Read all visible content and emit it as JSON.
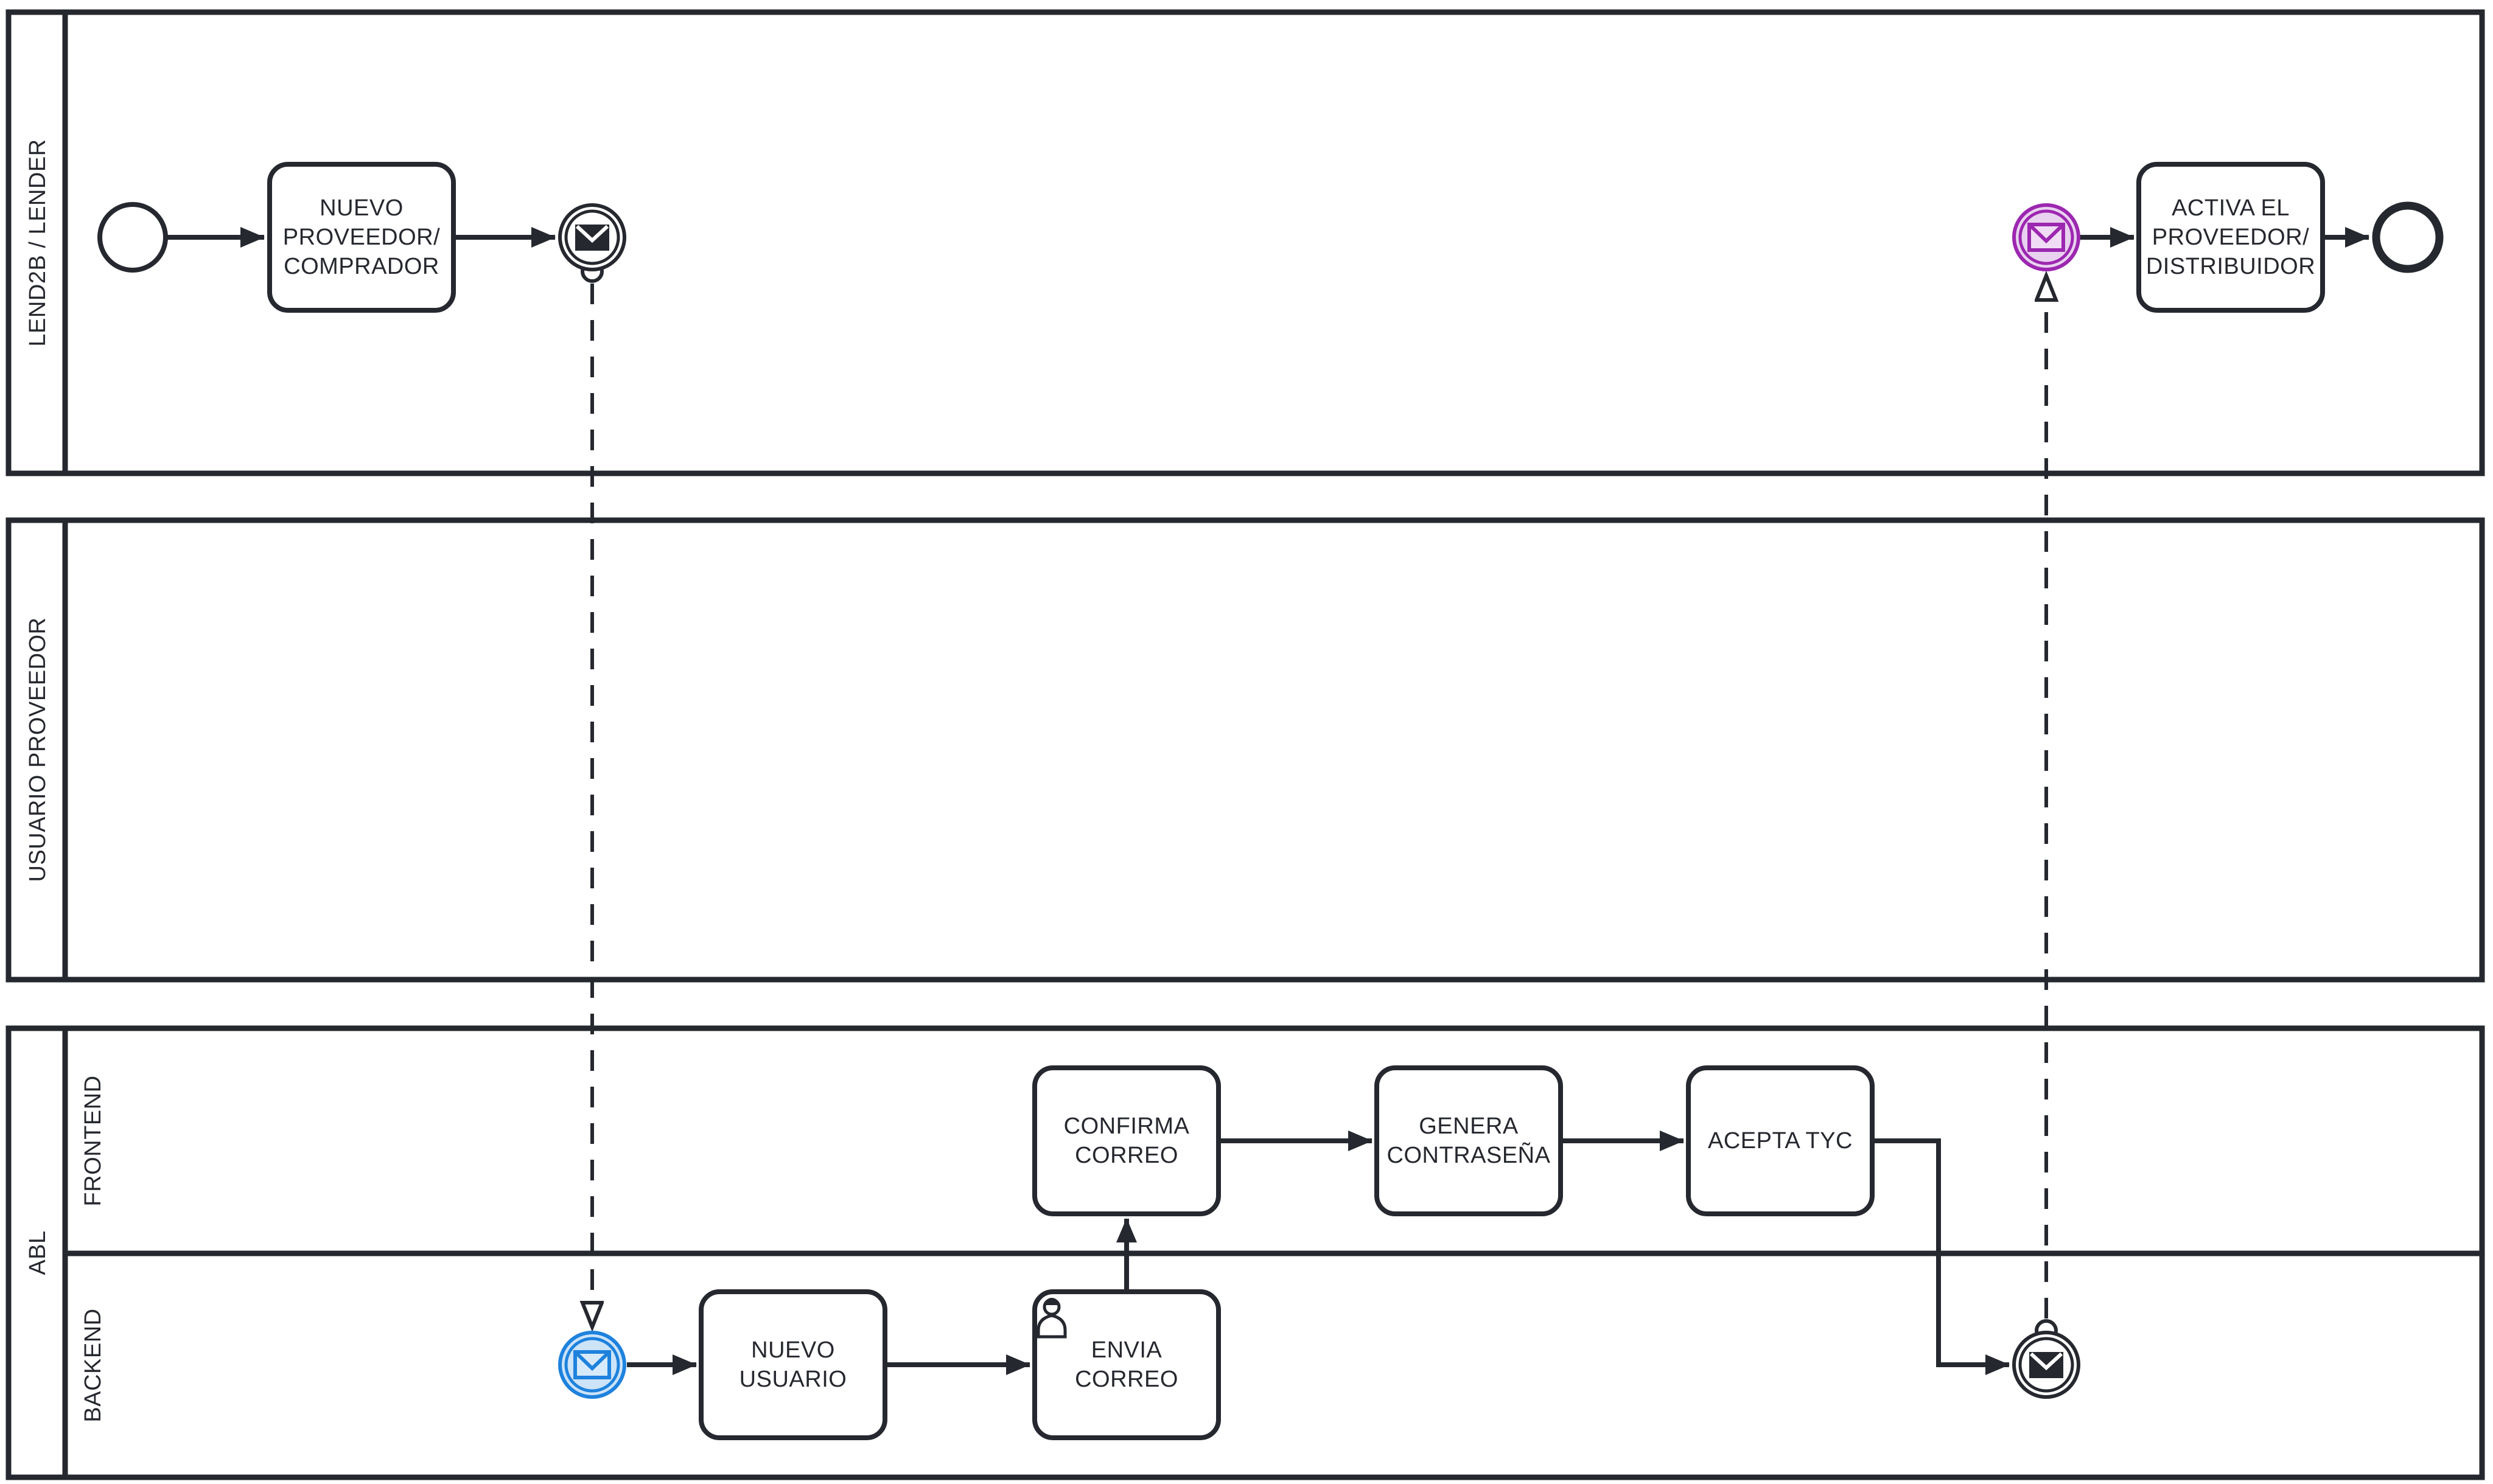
{
  "lanes": {
    "lender": "LEND2B / LENDER",
    "usuario_proveedor": "USUARIO PROVEEDOR",
    "abl": "ABL",
    "frontend": "FRONTEND",
    "backend": "BACKEND"
  },
  "tasks": {
    "nuevo_proveedor": {
      "lines": [
        "NUEVO",
        "PROVEEDOR/",
        "COMPRADOR"
      ]
    },
    "activa_proveedor": {
      "lines": [
        "ACTIVA EL",
        "PROVEEDOR/",
        "DISTRIBUIDOR"
      ]
    },
    "confirma_correo": {
      "lines": [
        "CONFIRMA",
        "CORREO"
      ]
    },
    "genera_contrasena": {
      "lines": [
        "GENERA",
        "CONTRASEÑA"
      ]
    },
    "acepta_tyc": {
      "lines": [
        "ACEPTA TYC"
      ]
    },
    "nuevo_usuario": {
      "lines": [
        "NUEVO",
        "USUARIO"
      ]
    },
    "envia_correo": {
      "lines": [
        "ENVIA",
        "CORREO"
      ]
    }
  },
  "events": {
    "start": "start-event",
    "message_throw_lender": "message-throw-intermediate-event",
    "message_catch_backend": "message-catch-intermediate-event",
    "message_throw_backend": "message-throw-intermediate-event",
    "message_catch_lender": "message-catch-intermediate-event",
    "end": "end-event"
  },
  "flows": {
    "sequence": [
      {
        "from": "start-event",
        "to": "task-nuevo-proveedor"
      },
      {
        "from": "task-nuevo-proveedor",
        "to": "message-throw-event-lender"
      },
      {
        "from": "message-catch-event-backend",
        "to": "task-nuevo-usuario"
      },
      {
        "from": "task-nuevo-usuario",
        "to": "task-envia-correo"
      },
      {
        "from": "task-envia-correo",
        "to": "task-confirma-correo"
      },
      {
        "from": "task-confirma-correo",
        "to": "task-genera-contrasena"
      },
      {
        "from": "task-genera-contrasena",
        "to": "task-acepta-tyc"
      },
      {
        "from": "task-acepta-tyc",
        "to": "message-throw-event-backend"
      },
      {
        "from": "message-catch-event-lender",
        "to": "task-activa-proveedor"
      },
      {
        "from": "task-activa-proveedor",
        "to": "end-event"
      }
    ],
    "message": [
      {
        "from": "message-throw-event-lender",
        "to": "message-catch-event-backend"
      },
      {
        "from": "message-throw-event-backend",
        "to": "message-catch-event-lender"
      }
    ]
  },
  "colors": {
    "stroke_dark": "#26282f",
    "event_blue_stroke": "#1e82dd",
    "event_blue_fill": "#cce3f8",
    "event_blue_icon_fill": "#d7eafb",
    "event_purple_stroke": "#9c27b0",
    "event_purple_fill": "#e9d2f0",
    "event_purple_icon_fill": "#f0ddf5"
  }
}
